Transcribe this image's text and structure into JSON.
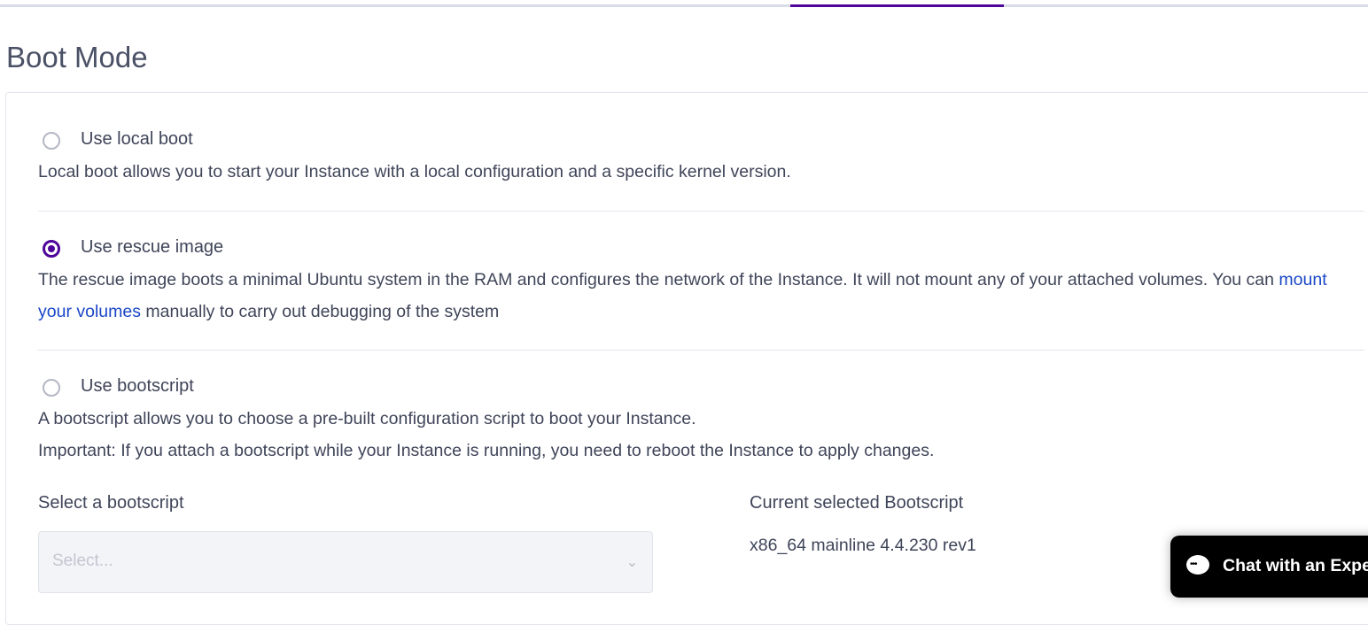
{
  "page_title": "Boot Mode",
  "colors": {
    "accent": "#4f0599",
    "link": "#1a47c7"
  },
  "options": [
    {
      "label": "Use local boot",
      "selected": false,
      "description": "Local boot allows you to start your Instance with a local configuration and a specific kernel version."
    },
    {
      "label": "Use rescue image",
      "selected": true,
      "description_before": "The rescue image boots a minimal Ubuntu system in the RAM and configures the network of the Instance. It will not mount any of your attached volumes. You can ",
      "link": "mount your volumes",
      "description_after": " manually to carry out debugging of the system"
    },
    {
      "label": "Use bootscript",
      "selected": false,
      "description": "A bootscript allows you to choose a pre-built configuration script to boot your Instance.",
      "note": "Important: If you attach a bootscript while your Instance is running, you need to reboot the Instance to apply changes."
    }
  ],
  "bootscript": {
    "select_label": "Select a bootscript",
    "placeholder": "Select...",
    "current_label": "Current selected Bootscript",
    "current_value": "x86_64 mainline 4.4.230 rev1"
  },
  "chat": {
    "label": "Chat with an Expert",
    "icon": "chat-bubble-icon"
  }
}
